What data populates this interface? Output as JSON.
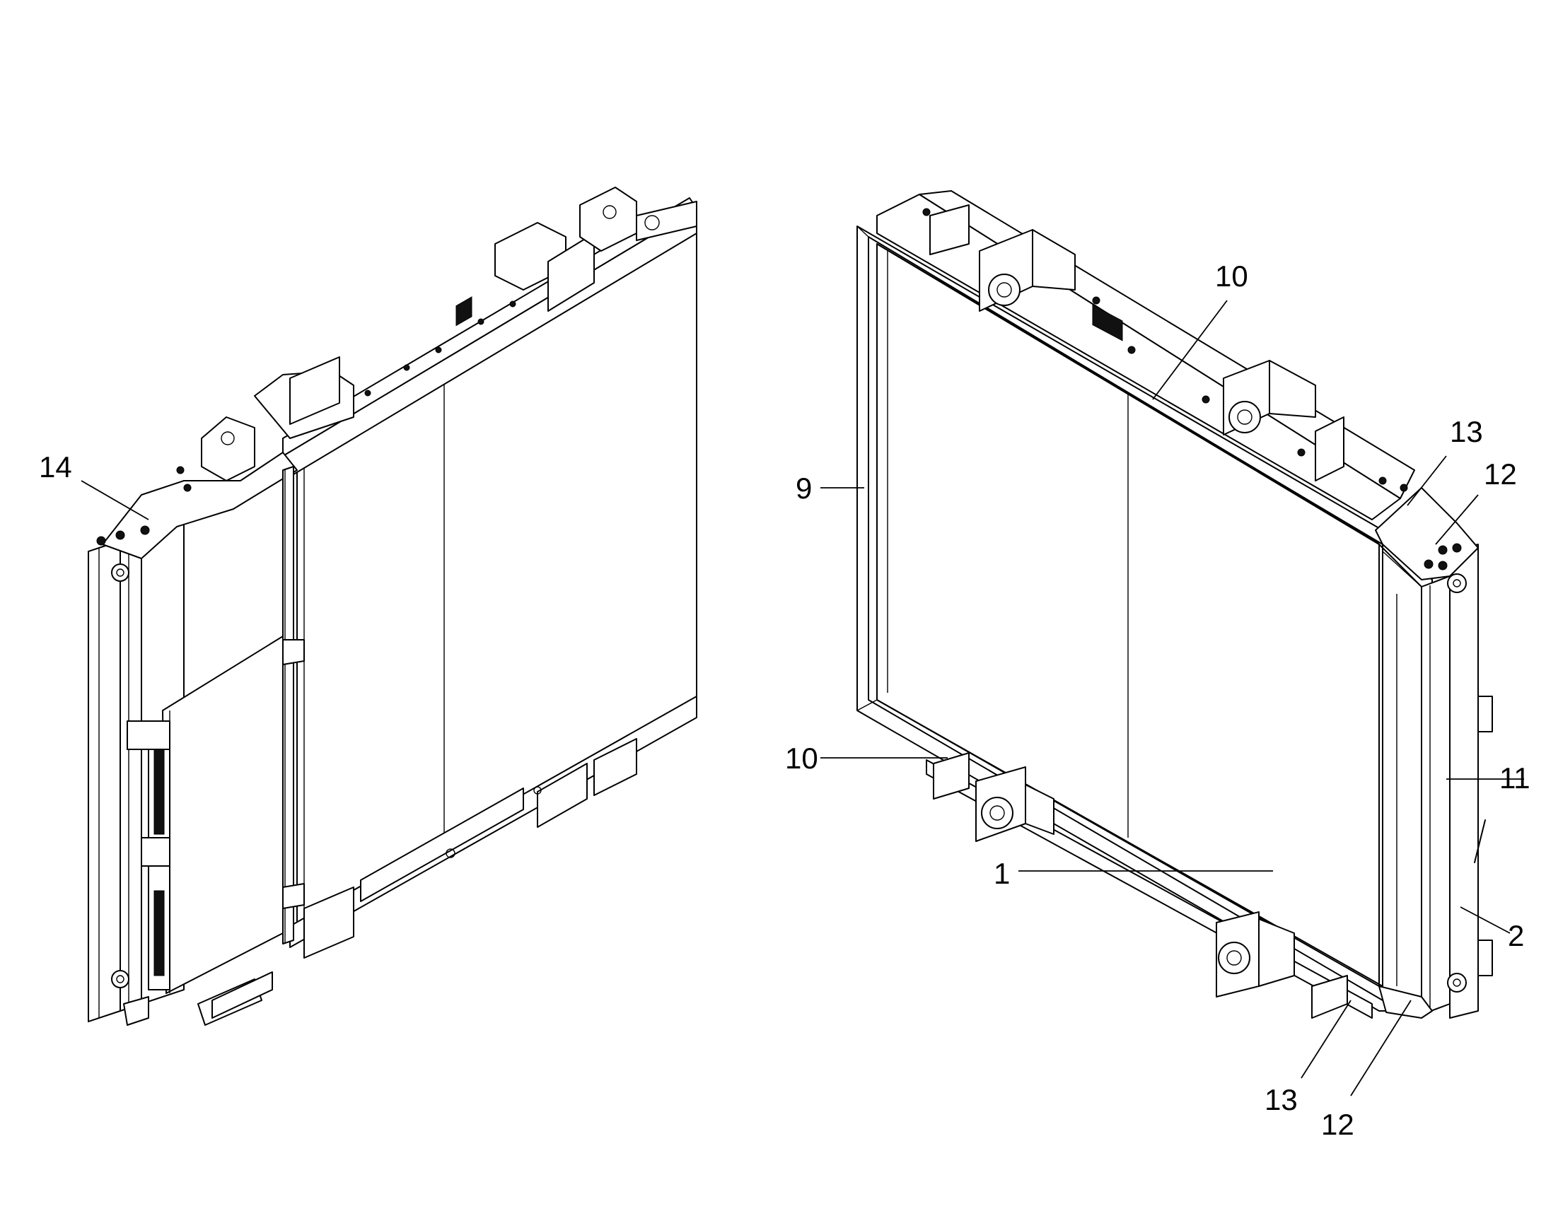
{
  "callouts": {
    "c14": "14",
    "c10_top": "10",
    "c9": "9",
    "c13_top": "13",
    "c12_top": "12",
    "c10_left": "10",
    "c11": "11",
    "c1": "1",
    "c2": "2",
    "c13_bottom": "13",
    "c12_bottom": "12"
  }
}
